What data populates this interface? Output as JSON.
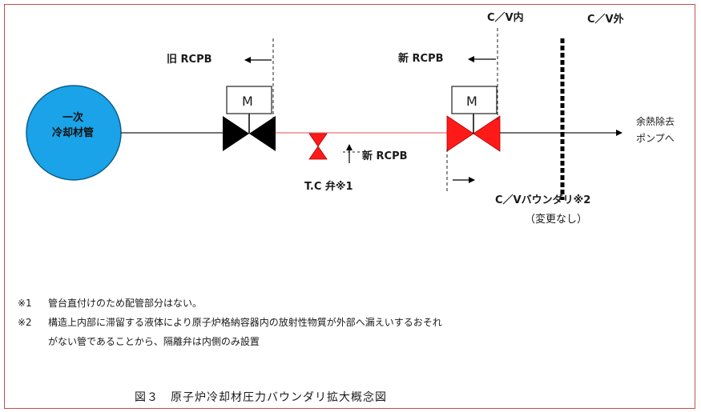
{
  "diagram": {
    "vessel": {
      "line1": "一次",
      "line2": "冷却材管"
    },
    "valves": {
      "motor_label": "M",
      "tc_valve_label": "T.C 弁※1"
    },
    "boundaries": {
      "old_rcpb": "旧 RCPB",
      "new_rcpb_top": "新 RCPB",
      "new_rcpb_tc": "新 RCPB",
      "cv_inside": "C／V内",
      "cv_outside": "C／V外",
      "cv_boundary": "C／Vバウンダリ※2",
      "cv_boundary_note": "（変更なし）"
    },
    "destination": {
      "line1": "余熱除去",
      "line2": "ポンプへ"
    }
  },
  "notes": {
    "note1_mark": "※1",
    "note1": "管台直付けのため配管部分はない。",
    "note2_mark": "※2",
    "note2_line1": "構造上内部に滞留する液体により原子炉格納容器内の放射性物質が外部へ漏えいするおそれ",
    "note2_line2": "がない管であることから、隔離弁は内側のみ設置"
  },
  "caption": "図３　原子炉冷却材圧力バウンダリ拡大概念図",
  "colors": {
    "vessel": "#1aa3e8",
    "red_valve": "#ff1a1a",
    "black_valve": "#000000",
    "red_pipe": "#e57373",
    "frame": "#c0504d"
  }
}
